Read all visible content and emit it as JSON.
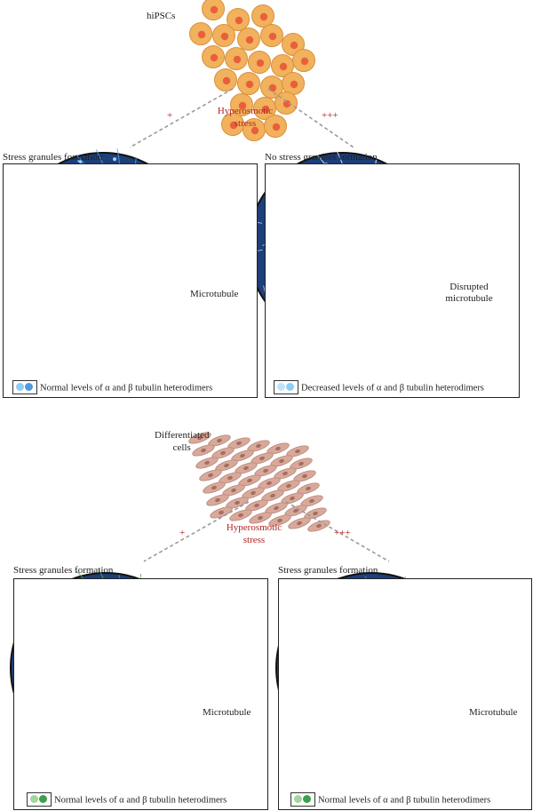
{
  "top": {
    "source_label": "hiPSCs",
    "stress_label": "Hyperosmotic\nstress",
    "low_mark": "+",
    "high_mark": "+++",
    "panels": [
      {
        "title": "Stress granules formation",
        "callout": "Microtubule",
        "legend": "Normal levels of α and β tubulin heterodimers",
        "state": "normal"
      },
      {
        "title": "No stress granules formation",
        "callout": "Disrupted\nmicrotubule",
        "legend": "Decreased levels of α and β tubulin heterodimers",
        "state": "disrupted"
      }
    ]
  },
  "bottom": {
    "source_label": "Differentiated\ncells",
    "stress_label": "Hyperosmotic\nstress",
    "low_mark": "+",
    "high_mark": "+++",
    "panels": [
      {
        "title": "Stress granules formation",
        "callout": "Microtubule",
        "legend": "Normal levels of α and β tubulin heterodimers",
        "state": "normal"
      },
      {
        "title": "Stress granules formation",
        "callout": "Microtubule",
        "legend": "Normal levels of α and β tubulin heterodimers",
        "state": "normal"
      }
    ]
  },
  "colors": {
    "cytoplasm": "#1d3f7a",
    "nucleus": "#1b1b1b",
    "microtubule_blue": "#5aa8e6",
    "microtubule_green": "#4fb04f",
    "stress_text": "#b22222",
    "stem_cell": "#f2b15c",
    "differentiated_cell": "#d8a99a"
  }
}
